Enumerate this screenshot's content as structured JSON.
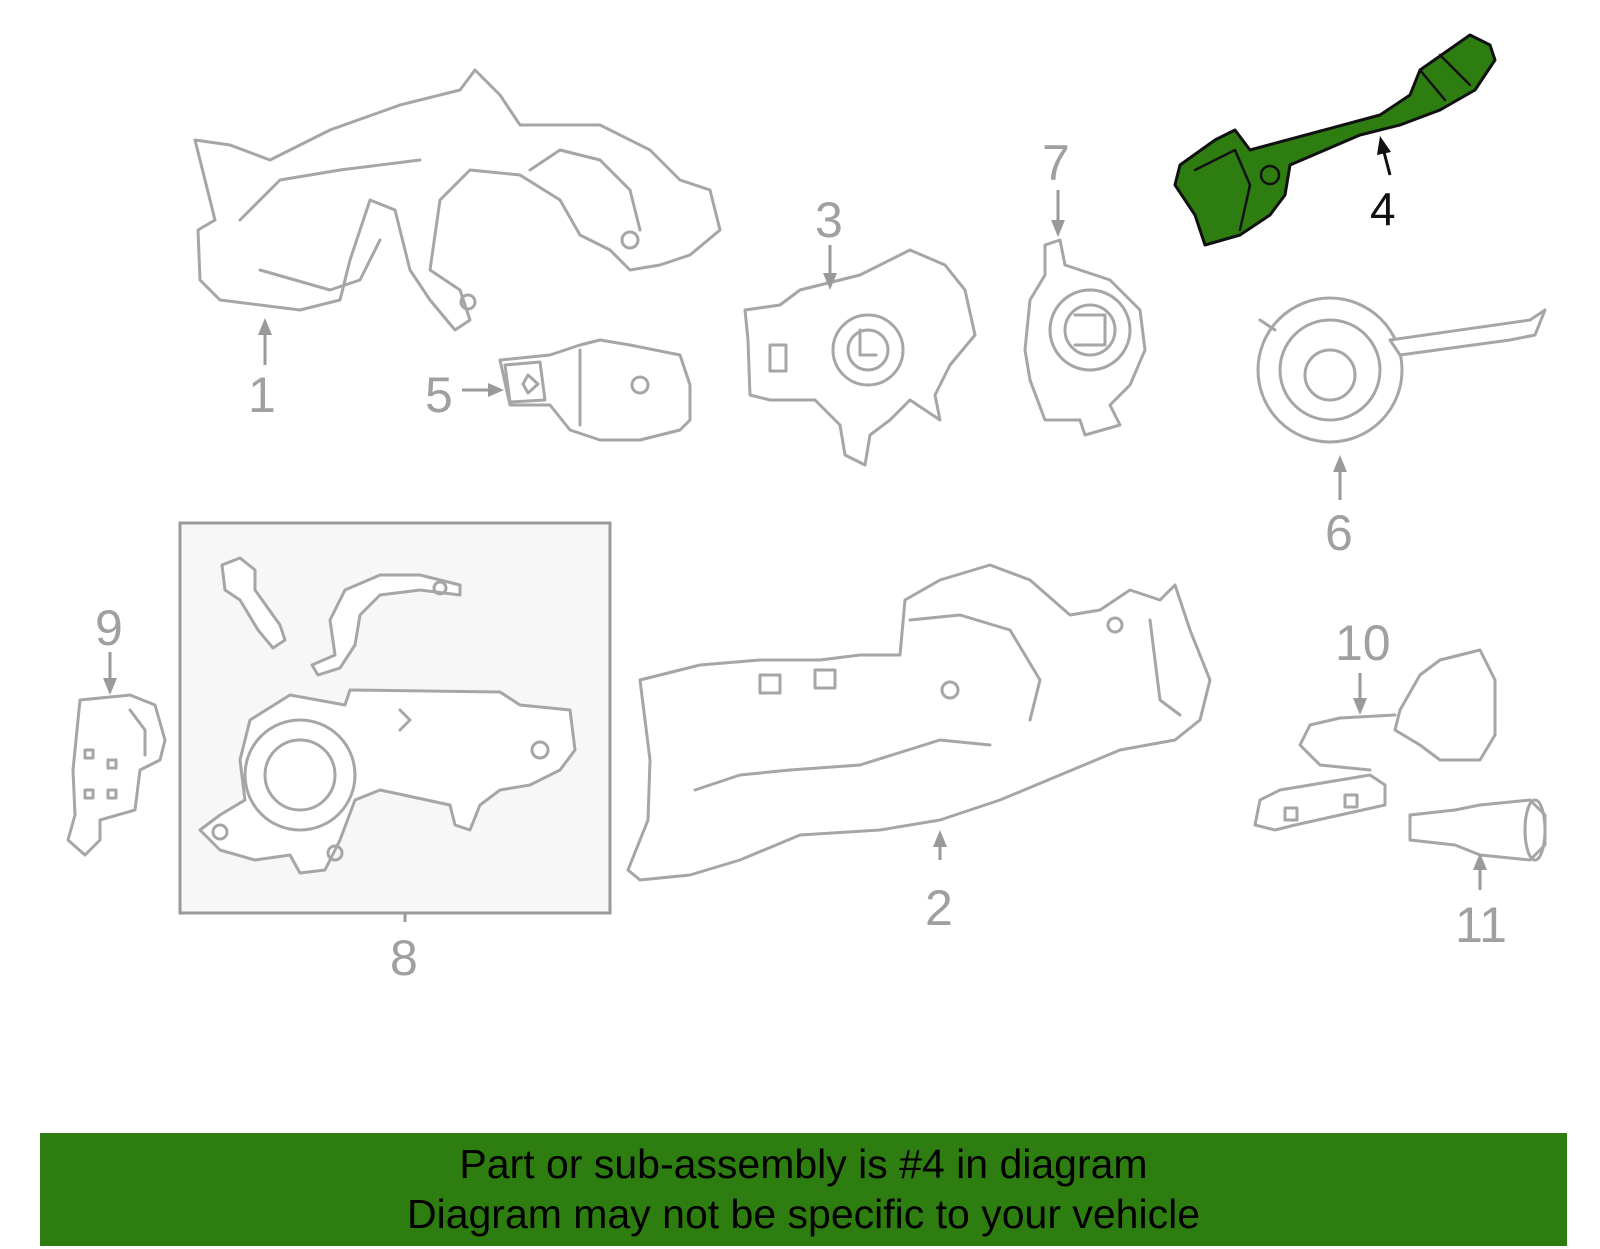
{
  "diagram": {
    "callouts": [
      "1",
      "2",
      "3",
      "4",
      "5",
      "6",
      "7",
      "8",
      "9",
      "10",
      "11"
    ],
    "highlighted_part": "4",
    "colors": {
      "highlight": "#2e7d11",
      "line_art": "#a6a6a6",
      "highlight_outline": "#111111"
    }
  },
  "banner": {
    "line1": "Part or sub-assembly is #4 in diagram",
    "line2": "Diagram may not be specific to your vehicle"
  }
}
